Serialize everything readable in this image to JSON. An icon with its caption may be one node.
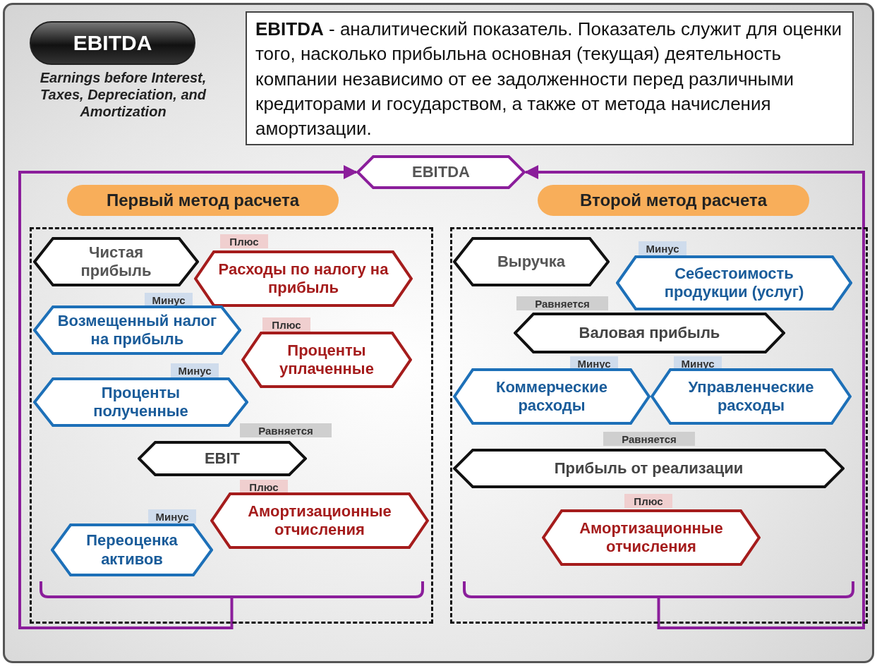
{
  "diagram": {
    "nodes": [
      {
        "text": [
          "EBITDA"
        ],
        "beside": [
          "Earnings before Interest, Taxes, Depreciation, and Amortization"
        ]
      },
      {
        "text": [
          "**EBITDA** - аналитический показатель. Показатель служит для оценки того, насколько прибыльна основная (текущая) деятельность компании независимо от ее задолженности перед различными кредиторами и государством, а также от метода начисления амортизации."
        ]
      },
      {
        "text": [
          "EBITDA"
        ]
      },
      {
        "text": [
          "Первый метод расчета"
        ]
      },
      {
        "text": [
          "Второй метод расчета"
        ]
      },
      {
        "text": [],
        "shape": "box"
      },
      {
        "text": [
          "Чистая прибыль"
        ],
        "in": 5
      },
      {
        "text": [
          "Плюс"
        ],
        "in": 5
      },
      {
        "text": [
          "Расходы по налогу на прибыль"
        ],
        "in": 5
      },
      {
        "text": [
          "Минус"
        ],
        "in": 5
      },
      {
        "text": [
          "Возмещенный налог на прибыль"
        ],
        "in": 5
      },
      {
        "text": [
          "Плюс"
        ],
        "in": 5
      },
      {
        "text": [
          "Проценты уплаченные"
        ],
        "in": 5
      },
      {
        "text": [
          "Минус"
        ],
        "in": 5
      },
      {
        "text": [
          "Проценты полученные"
        ],
        "in": 5
      },
      {
        "text": [
          "Равняется"
        ],
        "in": 5
      },
      {
        "text": [
          "EBIT"
        ],
        "in": 5
      },
      {
        "text": [
          "Плюс"
        ],
        "in": 5
      },
      {
        "text": [
          "Амортизационные отчисления"
        ],
        "in": 5
      },
      {
        "text": [
          "Минус"
        ],
        "in": 5
      },
      {
        "text": [
          "Переоценка активов"
        ],
        "in": 5
      },
      {
        "text": [],
        "shape": "bracket",
        "in": 5
      },
      {
        "text": [],
        "shape": "box"
      },
      {
        "text": [
          "Выручка"
        ],
        "in": 22
      },
      {
        "text": [
          "Минус"
        ],
        "in": 22
      },
      {
        "text": [
          "Себестоимость продукции (услуг)"
        ],
        "in": 22
      },
      {
        "text": [
          "Равняется"
        ],
        "in": 22
      },
      {
        "text": [
          "Валовая прибыль"
        ],
        "in": 22
      },
      {
        "text": [
          "Минус"
        ],
        "in": 22
      },
      {
        "text": [
          "Минус"
        ],
        "in": 22
      },
      {
        "text": [
          "Коммерческие расходы"
        ],
        "in": 22
      },
      {
        "text": [
          "Управленческие расходы"
        ],
        "in": 22
      },
      {
        "text": [
          "Равняется"
        ],
        "in": 22
      },
      {
        "text": [
          "Прибыль от реализации"
        ],
        "in": 22
      },
      {
        "text": [
          "Плюс"
        ],
        "in": 22
      },
      {
        "text": [
          "Амортизационные отчисления"
        ],
        "in": 22
      },
      {
        "text": [],
        "shape": "bracket",
        "in": 22
      }
    ],
    "edges": [
      {
        "from": 21,
        "to": 2,
        "arrow": "to"
      },
      {
        "from": 36,
        "to": 2,
        "arrow": "to"
      }
    ]
  }
}
